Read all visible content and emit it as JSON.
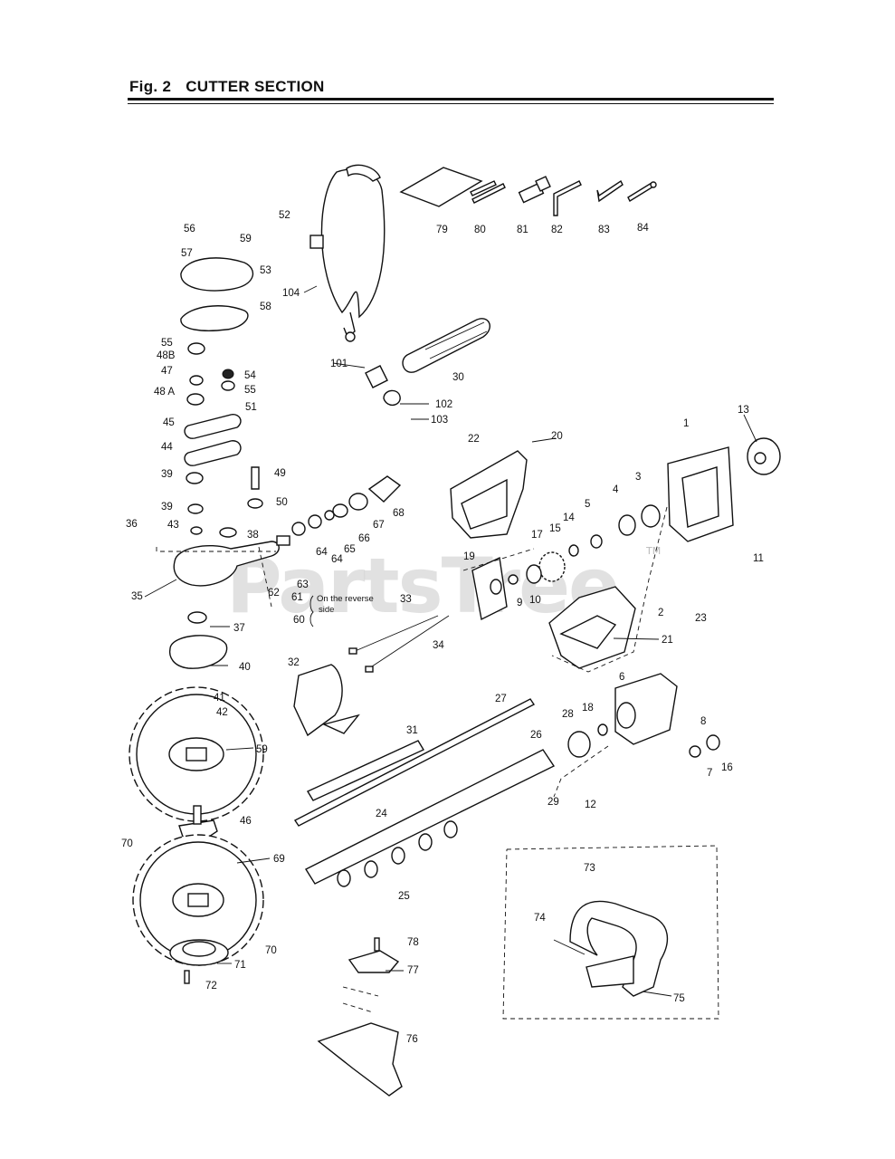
{
  "header": {
    "fig_number": "Fig. 2",
    "title": "CUTTER SECTION"
  },
  "watermark": {
    "text": "PartsTree",
    "trademark": "TM"
  },
  "notes": {
    "reverse_side_line1": "On the reverse",
    "reverse_side_line2": "side"
  },
  "callouts": {
    "n1": "1",
    "n2": "2",
    "n3": "3",
    "n4": "4",
    "n5": "5",
    "n6": "6",
    "n7": "7",
    "n8": "8",
    "n9": "9",
    "n10": "10",
    "n11": "11",
    "n12": "12",
    "n13": "13",
    "n14": "14",
    "n15": "15",
    "n16": "16",
    "n17": "17",
    "n18": "18",
    "n19": "19",
    "n20": "20",
    "n21": "21",
    "n22": "22",
    "n23": "23",
    "n24": "24",
    "n25": "25",
    "n26": "26",
    "n27": "27",
    "n28": "28",
    "n29": "29",
    "n30": "30",
    "n31": "31",
    "n32": "32",
    "n33": "33",
    "n34": "34",
    "n35": "35",
    "n36": "36",
    "n37": "37",
    "n38": "38",
    "n39": "39",
    "n40": "40",
    "n41": "41",
    "n42": "42",
    "n43": "43",
    "n44": "44",
    "n45": "45",
    "n46": "46",
    "n47": "47",
    "n48a": "48 A",
    "n48b": "48B",
    "n49": "49",
    "n50": "50",
    "n51": "51",
    "n52": "52",
    "n53": "53",
    "n54": "54",
    "n55": "55",
    "n56": "56",
    "n57": "57",
    "n58": "58",
    "n59": "59",
    "n60": "60",
    "n61": "61",
    "n62": "62",
    "n63": "63",
    "n64": "64",
    "n65": "65",
    "n66": "66",
    "n67": "67",
    "n68": "68",
    "n69": "69",
    "n70": "70",
    "n71": "71",
    "n72": "72",
    "n73": "73",
    "n74": "74",
    "n75": "75",
    "n76": "76",
    "n77": "77",
    "n78": "78",
    "n79": "79",
    "n80": "80",
    "n81": "81",
    "n82": "82",
    "n83": "83",
    "n84": "84",
    "n101": "101",
    "n102": "102",
    "n103": "103",
    "n104": "104"
  },
  "colors": {
    "ink": "#111111",
    "paper": "#ffffff",
    "watermark": "#c8c8c8"
  }
}
